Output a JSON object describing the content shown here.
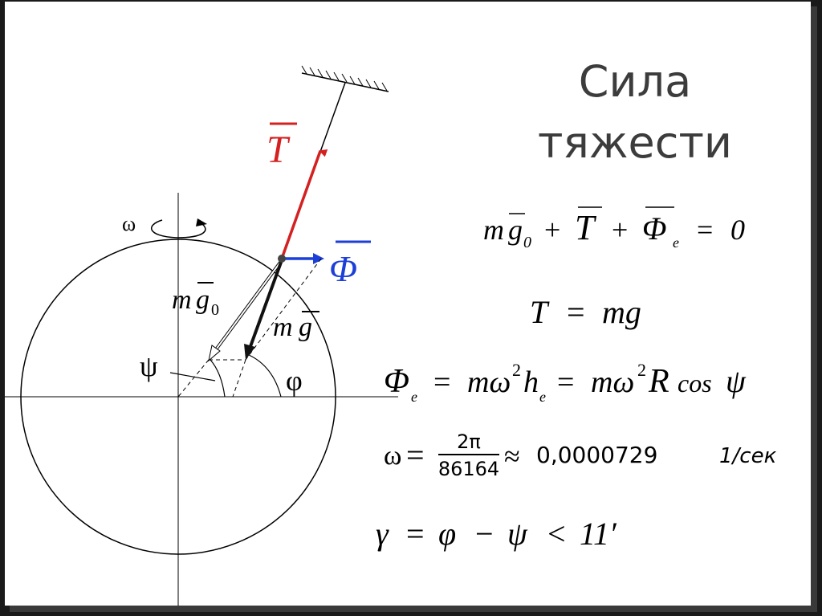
{
  "title": {
    "line1": "Сила",
    "line2": "тяжести"
  },
  "diagram": {
    "omega": "ω",
    "T": "T",
    "Phi": "Φ",
    "mg0_m": "m",
    "mg0_g": "g",
    "mg0_sub": "0",
    "mg_m": "m",
    "mg_g": "g",
    "psi": "ψ",
    "phi": "φ"
  },
  "formulas": {
    "eq1": {
      "a": "m",
      "b": "g",
      "b_sub": "0",
      "plus1": "+",
      "T": "T",
      "plus2": "+",
      "Phi": "Φ",
      "Phi_sub": "е",
      "eq": "=",
      "zero": "0"
    },
    "eq2": {
      "lhs": "T",
      "eq": "=",
      "rhs": "mg"
    },
    "eq3": {
      "Phi": "Φ",
      "Phi_sub": "е",
      "eq1": "=",
      "m1": "mω",
      "sq1": "2",
      "h": "h",
      "h_sub": "е",
      "eq2": "=",
      "m2": "mω",
      "sq2": "2",
      "R": "R",
      "cos": "cos",
      "psi": "ψ"
    },
    "eq4": {
      "omega": "ω",
      "eq": "=",
      "num": "2π",
      "den": "86164",
      "approx": "≈",
      "value": "0,0000729",
      "unit": "1/сек"
    },
    "eq5": {
      "gamma": "γ",
      "eq": "=",
      "phi": "φ",
      "minus": "−",
      "psi": "ψ",
      "lt": "<",
      "val": "11′"
    }
  },
  "colors": {
    "T_vector": "#d42020",
    "Phi_vector": "#1c3fd8",
    "mg_vector": "#111111"
  }
}
